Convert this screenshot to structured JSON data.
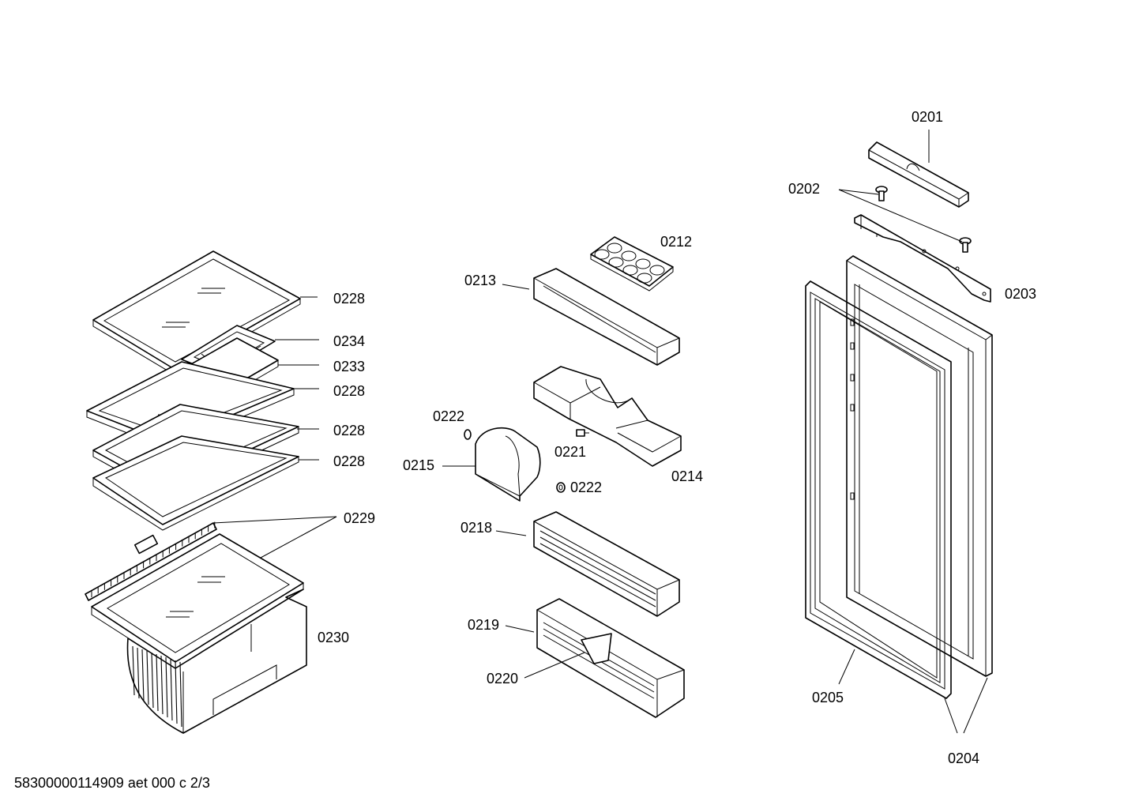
{
  "document_id": "58300000114909 aet 000 c 2/3",
  "callouts": {
    "c0201": "0201",
    "c0202": "0202",
    "c0203": "0203",
    "c0204": "0204",
    "c0205": "0205",
    "c0212": "0212",
    "c0213": "0213",
    "c0214": "0214",
    "c0215": "0215",
    "c0218": "0218",
    "c0219": "0219",
    "c0220": "0220",
    "c0221": "0221",
    "c0222a": "0222",
    "c0222b": "0222",
    "c0228a": "0228",
    "c0228b": "0228",
    "c0228c": "0228",
    "c0228d": "0228",
    "c0229": "0229",
    "c0230": "0230",
    "c0233": "0233",
    "c0234": "0234"
  }
}
